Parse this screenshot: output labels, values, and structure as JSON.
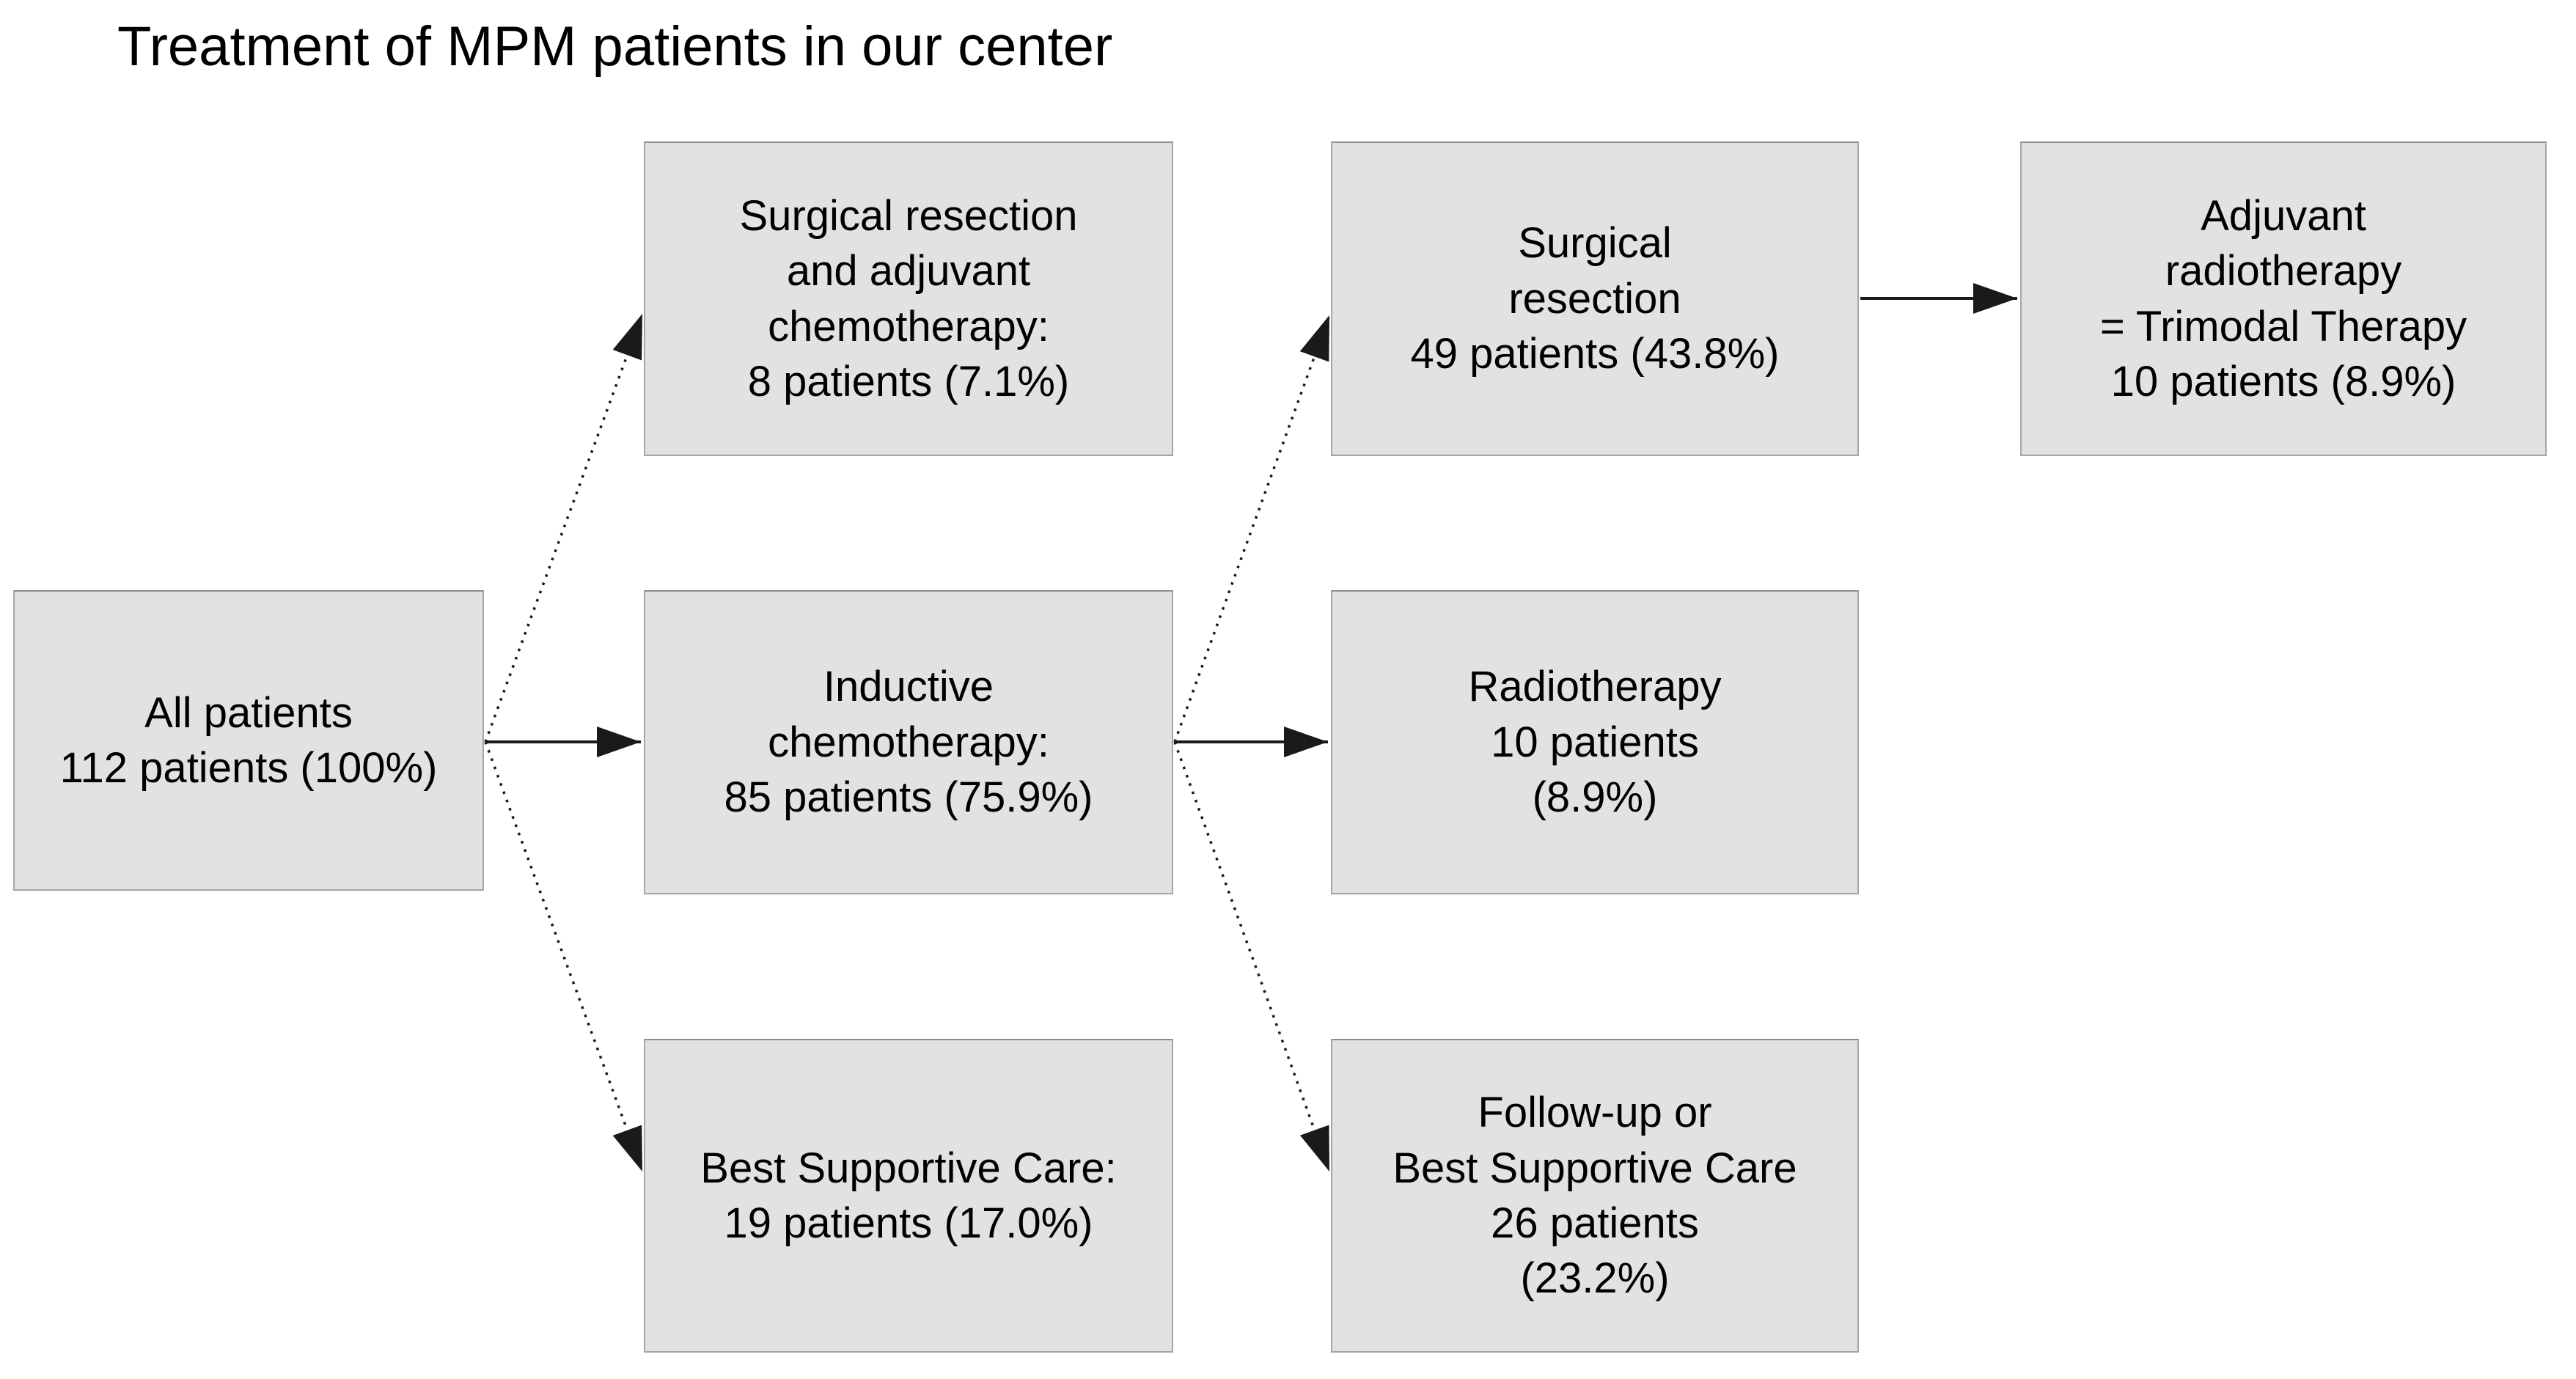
{
  "title": "Treatment of MPM patients in our center",
  "colors": {
    "background": "#ffffff",
    "box_fill": "#e2e2e2",
    "box_border": "#a6a6a6",
    "arrow": "#1a1a1a",
    "text": "#000000"
  },
  "nodes": {
    "all_patients": {
      "label": "All patients",
      "text": "All patients\n112 patients (100%)",
      "patients": 112,
      "percent": "100%"
    },
    "surgery_adjuvant_chemo": {
      "label": "Surgical resection and adjuvant chemotherapy",
      "text": "Surgical resection\nand adjuvant\nchemotherapy:\n8 patients (7.1%)",
      "patients": 8,
      "percent": "7.1%"
    },
    "inductive_chemo": {
      "label": "Inductive chemotherapy",
      "text": "Inductive\nchemotherapy:\n85 patients (75.9%)",
      "patients": 85,
      "percent": "75.9%"
    },
    "best_supportive_care": {
      "label": "Best Supportive Care",
      "text": "Best Supportive Care:\n19 patients (17.0%)",
      "patients": 19,
      "percent": "17.0%"
    },
    "surgical_resection": {
      "label": "Surgical resection",
      "text": "Surgical\nresection\n49 patients (43.8%)",
      "patients": 49,
      "percent": "43.8%"
    },
    "radiotherapy": {
      "label": "Radiotherapy",
      "text": "Radiotherapy\n10 patients\n(8.9%)",
      "patients": 10,
      "percent": "8.9%"
    },
    "followup_bsc": {
      "label": "Follow-up or Best Supportive Care",
      "text": "Follow-up or\nBest Supportive Care\n26 patients\n(23.2%)",
      "patients": 26,
      "percent": "23.2%"
    },
    "adjuvant_radiotherapy": {
      "label": "Adjuvant radiotherapy = Trimodal Therapy",
      "text": "Adjuvant\nradiotherapy\n= Trimodal Therapy\n10 patients (8.9%)",
      "patients": 10,
      "percent": "8.9%"
    }
  },
  "edges": [
    {
      "from": "all_patients",
      "to": "surgery_adjuvant_chemo",
      "style": "dotted"
    },
    {
      "from": "all_patients",
      "to": "inductive_chemo",
      "style": "solid"
    },
    {
      "from": "all_patients",
      "to": "best_supportive_care",
      "style": "dotted"
    },
    {
      "from": "inductive_chemo",
      "to": "surgical_resection",
      "style": "dotted"
    },
    {
      "from": "inductive_chemo",
      "to": "radiotherapy",
      "style": "solid"
    },
    {
      "from": "inductive_chemo",
      "to": "followup_bsc",
      "style": "dotted"
    },
    {
      "from": "surgical_resection",
      "to": "adjuvant_radiotherapy",
      "style": "solid"
    }
  ]
}
